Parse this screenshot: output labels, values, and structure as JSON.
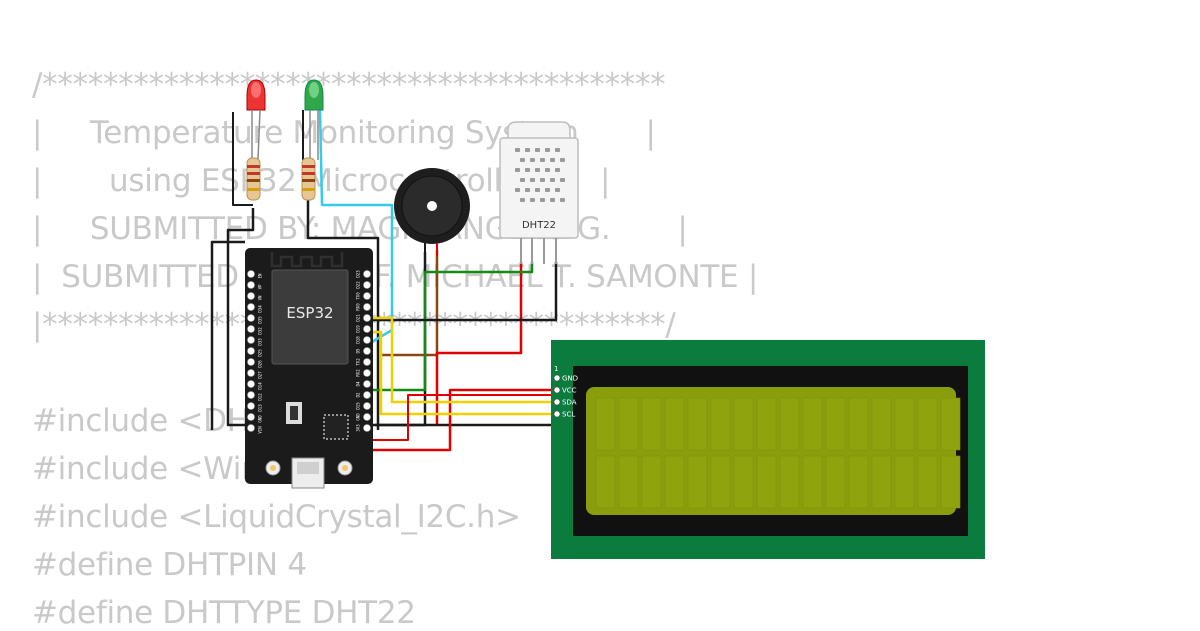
{
  "code_lines": [
    "/*****************************************",
    "|     Temperature Monitoring System       |",
    "|       using ESP32 Microcontroller       |",
    "|     SUBMITTED BY: MAGIC ANGELO G.       |",
    "|  SUBMITTED TO: PROF. MICHAEL T. SAMONTE |",
    "|*****************************************/",
    "",
    "#include <DHT.h>",
    "#include <Wire.h>",
    "#include <LiquidCrystal_I2C.h>",
    "#define DHTPIN 4",
    "#define DHTTYPE DHT22"
  ],
  "esp32": {
    "label": "ESP32",
    "left_pins": [
      "EN",
      "VP",
      "VN",
      "D34",
      "D35",
      "D32",
      "D33",
      "D25",
      "D26",
      "D27",
      "D14",
      "D12",
      "D13",
      "GND",
      "VIN"
    ],
    "right_pins": [
      "D23",
      "D22",
      "TX0",
      "RX0",
      "D21",
      "D19",
      "D18",
      "D5",
      "TX2",
      "RX2",
      "D4",
      "D2",
      "D15",
      "GND",
      "3V3"
    ]
  },
  "dht22": {
    "label": "DHT22"
  },
  "lcd": {
    "pin_number": "1",
    "pins": [
      "GND",
      "VCC",
      "SDA",
      "SCL"
    ]
  },
  "colors": {
    "wire_black": "#1a1a1a",
    "wire_red": "#e00000",
    "wire_green": "#138a13",
    "wire_brown": "#8b4513",
    "wire_yellow": "#f0d000",
    "wire_cyan": "#33ccee",
    "lcd_board": "#0b7b3e",
    "lcd_screen": "#8a9d0c",
    "esp32_board": "#1b1b1b"
  },
  "icons": [
    "led-red-icon",
    "led-green-icon",
    "resistor-icon",
    "buzzer-icon",
    "dht22-sensor-icon",
    "esp32-board-icon",
    "lcd-display-icon"
  ]
}
